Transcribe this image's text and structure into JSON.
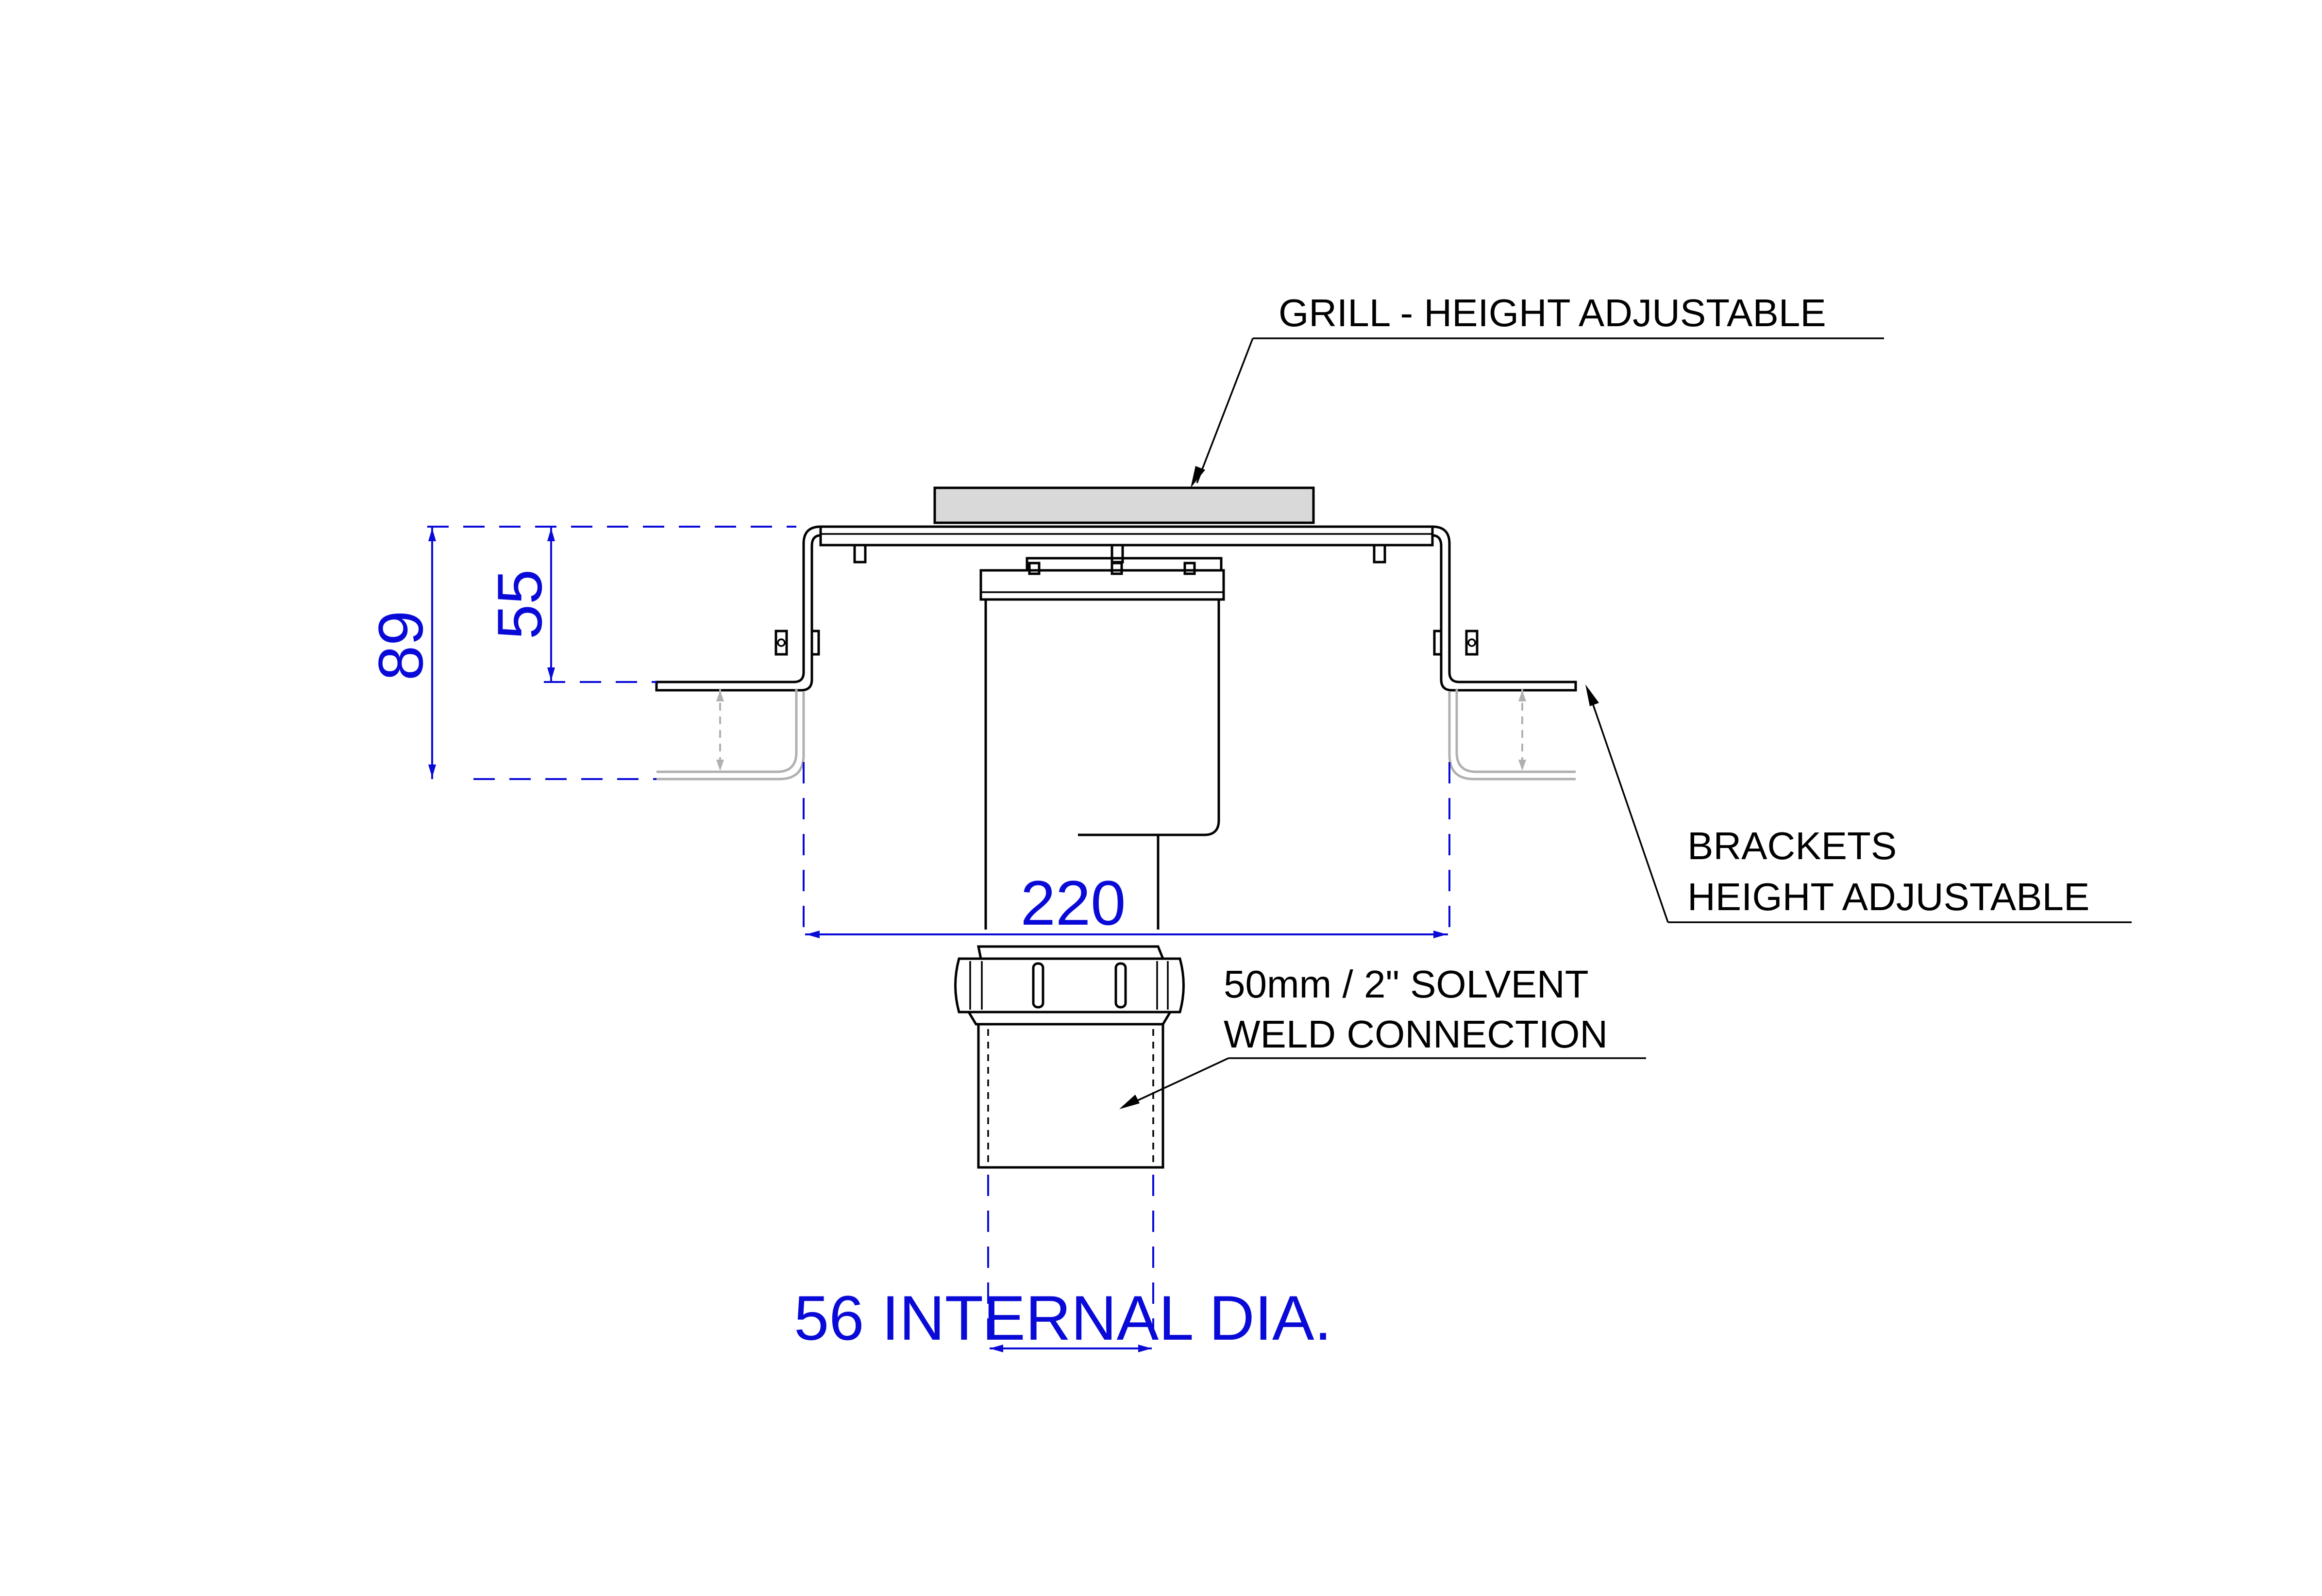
{
  "labels": {
    "grill": "GRILL - HEIGHT ADJUSTABLE",
    "brackets_line1": "BRACKETS",
    "brackets_line2": "HEIGHT ADJUSTABLE",
    "solvent_line1": "50mm / 2\" SOLVENT",
    "solvent_line2": "WELD CONNECTION"
  },
  "dimensions": {
    "height_total": "89",
    "height_upper": "55",
    "width": "220",
    "internal_dia": "56 INTERNAL DIA."
  },
  "colors": {
    "dimension": "#0a0ad8",
    "line": "#000000",
    "grill_fill": "#d9d9d9",
    "adjust_ghost": "#b0b0b0"
  }
}
